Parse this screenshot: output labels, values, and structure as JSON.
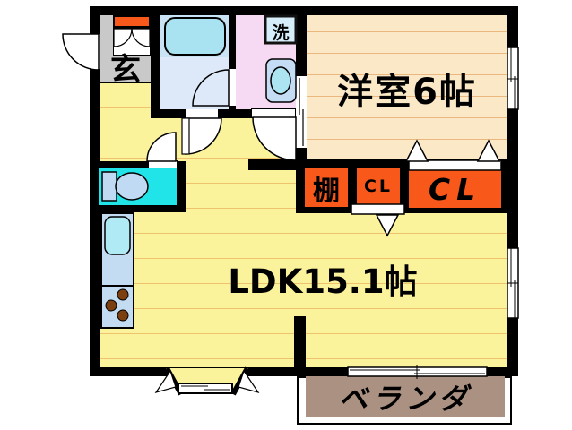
{
  "floor_plan": {
    "type": "japanese-apartment-floor-plan",
    "labels": {
      "genkan": "玄",
      "washing_machine": "洗",
      "western_room": "洋室6帖",
      "shelf": "棚",
      "closet_small": "CL",
      "closet_large": "CL",
      "ldk": "LDK15.1帖",
      "veranda": "ベランダ"
    },
    "colors": {
      "wall": "#000000",
      "ldk_floor": "#FBF39C",
      "ldk_floor_line": "#EFC36E",
      "western_room_floor": "#FAE8C6",
      "western_room_line": "#EAB87E",
      "genkan_floor": "#C9C9C9",
      "closet_orange": "#F8581A",
      "bathroom_blue": "#C9E3F4",
      "washroom_pink": "#F6D9F2",
      "toilet_room_cyan": "#20E4E8",
      "kitchen_counter_blue": "#C3DCF2",
      "fixture_blue": "#BFDAF2",
      "bathtub_cyan": "#A9E2F0",
      "veranda_taupe": "#AB9181",
      "background": "#FFFFFF"
    }
  }
}
